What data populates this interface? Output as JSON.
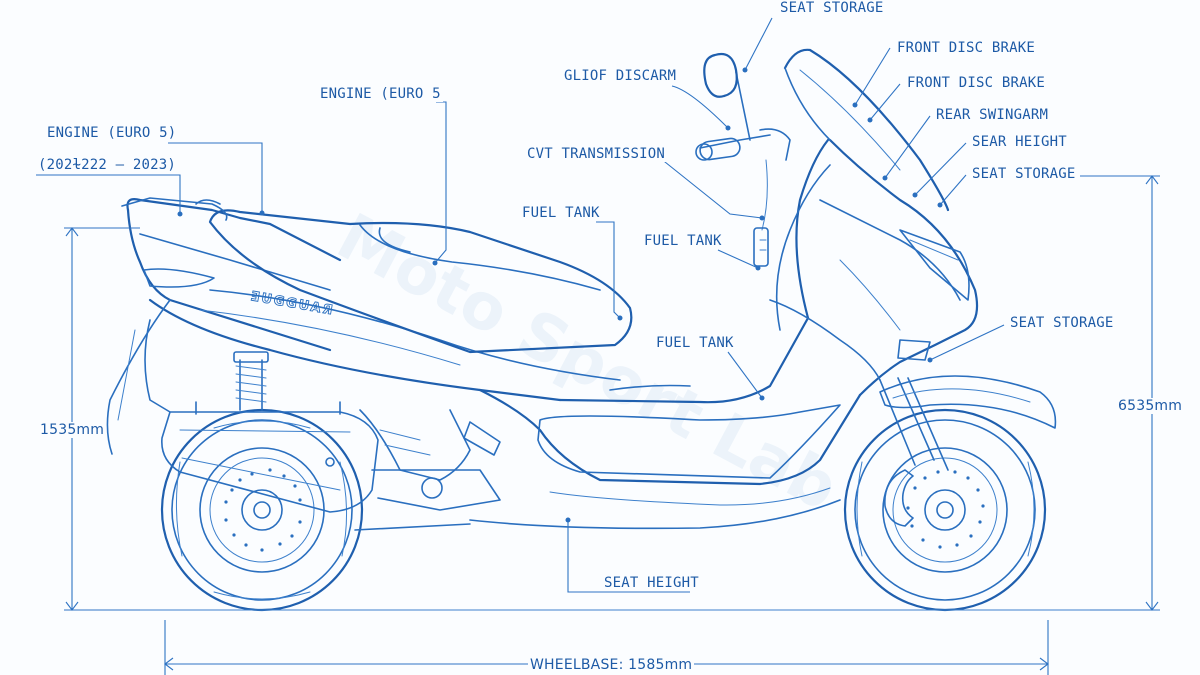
{
  "labels": {
    "seat_storage_top": "SEAT STORAGE",
    "front_disc_brake_1": "FRONT DISC BRAKE",
    "front_disc_brake_2": "FRONT DISC BRAKE",
    "rear_swingarm": "REAR SWINGARM",
    "sear_height": "SEAR HEIGHT",
    "seat_storage_right": "SEAT STORAGE",
    "seat_storage_mid": "SEAT STORAGE",
    "gliof_discarm": "GLIOF DISCARM",
    "cvt_transmission": "CVT TRANSMISSION",
    "engine_euro5_center": "ENGINE (EURO 5",
    "engine_euro5_left": "ENGINE (EURO 5)",
    "years": "(202ɫ222 – 2023)",
    "fuel_tank_1": "FUEL TANK",
    "fuel_tank_2": "FUEL TANK",
    "fuel_tank_3": "FUEL TANK",
    "seat_height_bottom": "SEAT HEIGHT"
  },
  "dimensions": {
    "left_height": "1535mm",
    "right_height": "6535mm",
    "wheelbase": "WHEELBASE: 1585mm"
  },
  "body_badge": "ƎUGGUAЯ",
  "watermark": "Moto Sport Lab",
  "colors": {
    "ink": "#2a6fbf",
    "paper": "#fbfdff"
  }
}
